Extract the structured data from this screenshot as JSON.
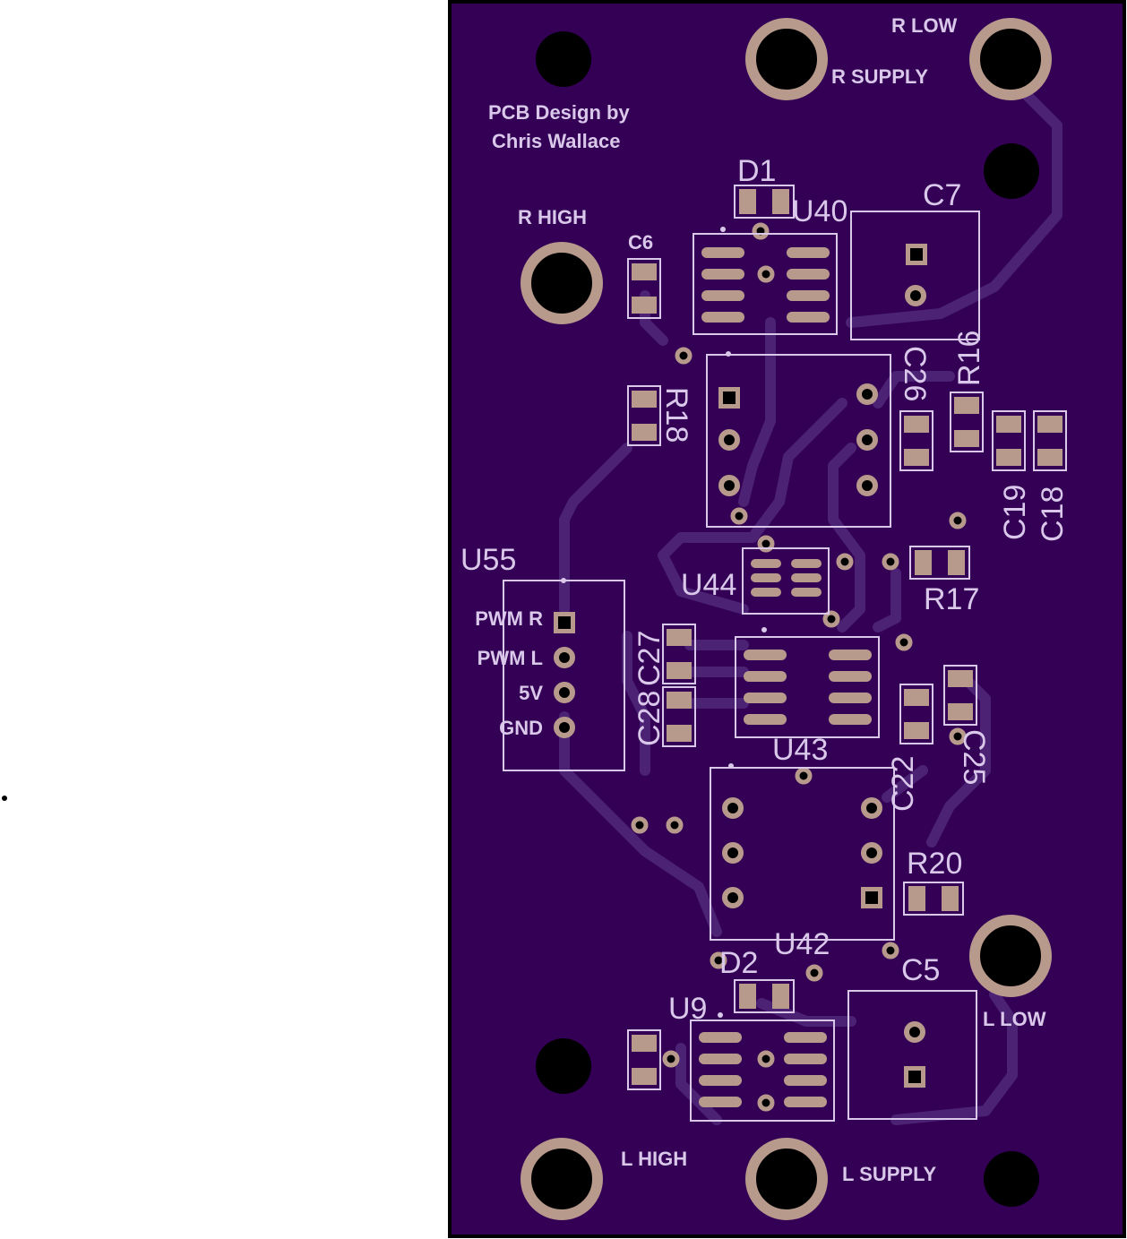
{
  "board": {
    "colors": {
      "substrate": "#330055",
      "edge": "#000000",
      "silkscreen": "#d9c8ea",
      "copper": "#b89a8c",
      "trace": "#51297a",
      "hole": "#000000"
    },
    "credit": [
      "PCB Design by",
      "Chris Wallace"
    ],
    "pad_labels": {
      "r_low": "R LOW",
      "r_supply": "R SUPPLY",
      "r_high": "R HIGH",
      "l_low": "L LOW",
      "l_high": "L HIGH",
      "l_supply": "L SUPPLY"
    },
    "connector_pins": [
      "PWM R",
      "PWM L",
      "5V",
      "GND"
    ],
    "refdes": {
      "d1": "D1",
      "u40": "U40",
      "c7": "C7",
      "c6": "C6",
      "r18": "R18",
      "c26": "C26",
      "r16": "R16",
      "c19": "C19",
      "c18": "C18",
      "u55": "U55",
      "u44": "U44",
      "r17": "R17",
      "c28": "C28",
      "c27": "C27",
      "u43": "U43",
      "c22": "C22",
      "c25": "C25",
      "r20": "R20",
      "u42": "U42",
      "d2": "D2",
      "c5": "C5",
      "u9": "U9"
    }
  }
}
